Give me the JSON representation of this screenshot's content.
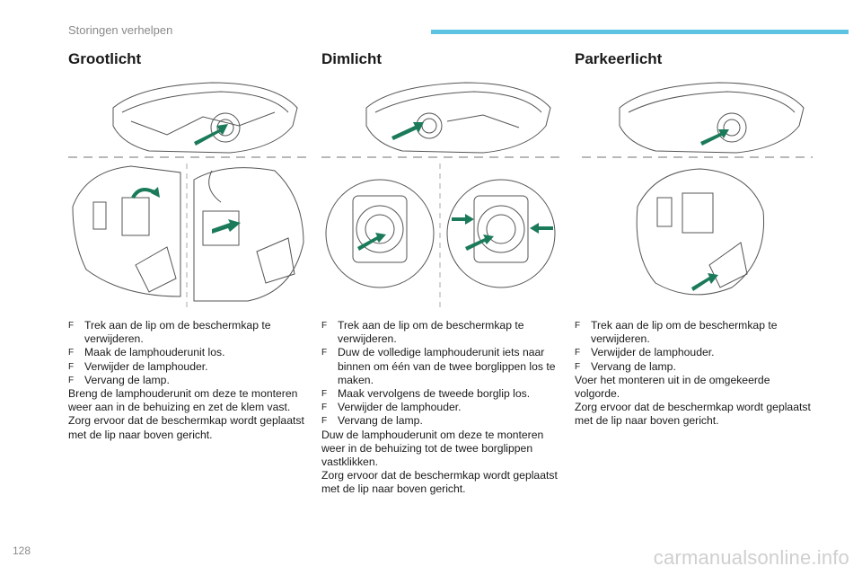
{
  "header": {
    "section_label": "Storingen verhelpen",
    "accent_color": "#5cc3e3"
  },
  "columns": [
    {
      "title": "Grootlicht",
      "steps": [
        "Trek aan de lip om de beschermkap te verwijderen.",
        "Maak de lamphouderunit los.",
        "Verwijder de lamphouder.",
        "Vervang de lamp."
      ],
      "paragraphs": [
        "Breng de lamphouderunit om deze te monteren weer aan in de behuizing en zet de klem vast.",
        "Zorg ervoor dat de beschermkap wordt geplaatst met de lip naar boven gericht."
      ]
    },
    {
      "title": "Dimlicht",
      "steps": [
        "Trek aan de lip om de beschermkap te verwijderen.",
        "Duw de volledige lamphouderunit iets naar binnen om één van de twee borglippen los te maken.",
        "Maak vervolgens de tweede borglip los.",
        "Verwijder de lamphouder.",
        "Vervang de lamp."
      ],
      "paragraphs": [
        "Duw de lamphouderunit om deze te monteren weer in de behuizing tot de twee borglippen vastklikken.",
        "Zorg ervoor dat de beschermkap wordt geplaatst met de lip naar boven gericht."
      ]
    },
    {
      "title": "Parkeerlicht",
      "steps": [
        "Trek aan de lip om de beschermkap te verwijderen.",
        "Verwijder de lamphouder.",
        "Vervang de lamp."
      ],
      "paragraphs": [
        "Voer het monteren uit in de omgekeerde volgorde.",
        "Zorg ervoor dat de beschermkap wordt geplaatst met de lip naar boven gericht."
      ]
    }
  ],
  "bullet_glyph": "F",
  "footer": {
    "page_number": "128",
    "watermark": "carmanualsonline.info"
  }
}
